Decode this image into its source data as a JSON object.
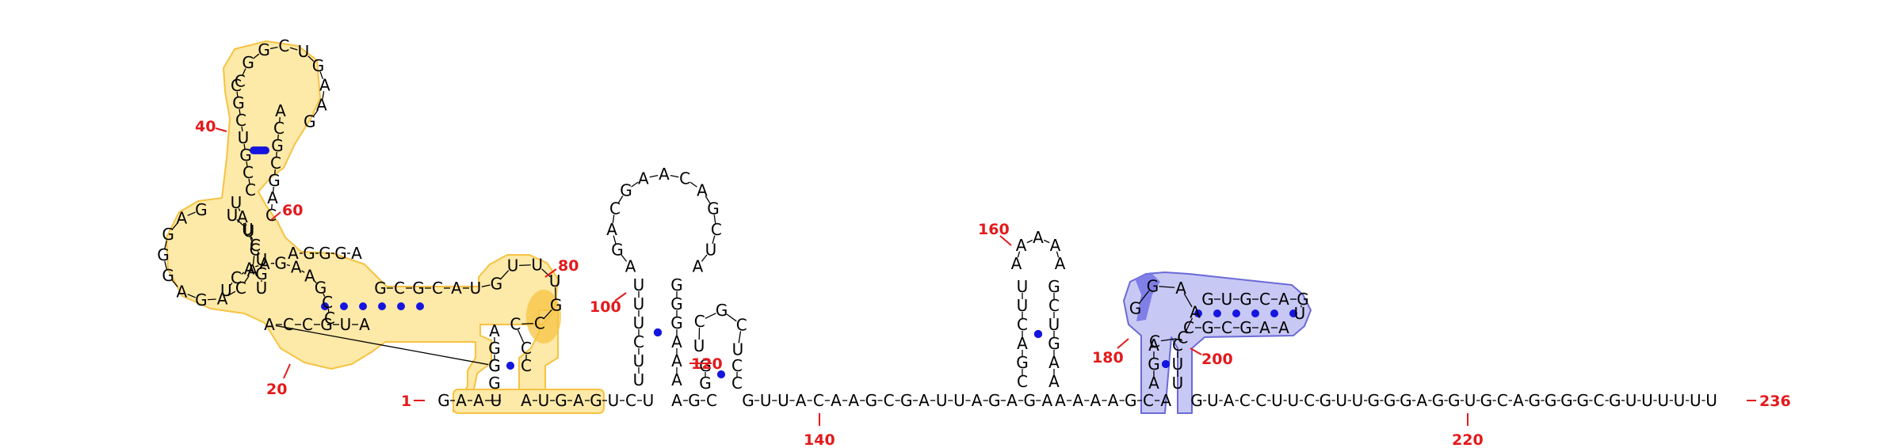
{
  "colors": {
    "pair_dot": "#1515e0",
    "number": "#e31a1c",
    "backbone": "#000000",
    "domain1_fill": "#fde9a8",
    "domain1_stroke": "#f6c343",
    "domain1_strong": "#f6c343",
    "domain2_fill": "#c8c8f4",
    "domain2_stroke": "#6a6ad8",
    "domain2_strong": "#7777e6"
  },
  "labels": {
    "n1": "1",
    "n20": "20",
    "n40": "40",
    "n60": "60",
    "n80": "80",
    "n100": "100",
    "n120": "120",
    "n140": "140",
    "n160": "160",
    "n180": "180",
    "n200": "200",
    "n220": "220",
    "n236": "236"
  },
  "sequence": {
    "pre1": "GAAU",
    "pre2": "AUGAGUCU",
    "s3": "AGC",
    "s4": "GUUACAAGCGAUUAGAGA",
    "s5": "AAAAGCA",
    "s6": "GUACCUUCGUUGGGAGGUGCAGGGGCGUUUUUU",
    "foot80": "AGG",
    "stem80_top": "GCGCAU",
    "stem80_bottom": "ACCGUA",
    "hp80_left": "GG",
    "hp80_loop": "GUUUGCC",
    "hp80_right": "CC",
    "ring20": "UCAAGAAGCC",
    "ring_upper": "AGGGA",
    "s60": "UGUCUAU",
    "loop60_in": "GAGGGAGACACUU",
    "loop_top_left": "CCGUCGC",
    "loop_top_cap": "CGGCUGAAG",
    "loop_top_right": "ACGCGAC",
    "hp100_left": "UUCUUU",
    "hp100_loop": "AGACGAACAGCUA",
    "hp100_right": "GGGAAA",
    "hp120_left": "GG",
    "hp120_loop": "UCGCU",
    "hp120_right": "CC",
    "hp160_left": "CGACUU",
    "hp160_loop": "AAAAA",
    "hp160_right": "GCUGAA",
    "hp180_left": "AGA",
    "hp180_loop": "GGAACC",
    "hp180_right": "CUU",
    "hp200_top": "GUGCAG",
    "hp200_cap": "U",
    "hp200_bottom": "CGCGAA"
  }
}
